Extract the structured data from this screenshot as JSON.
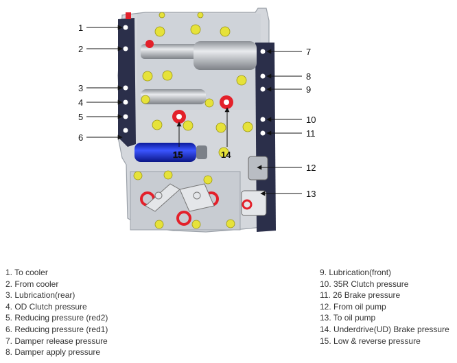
{
  "diagram": {
    "callouts": {
      "c1": "1",
      "c2": "2",
      "c3": "3",
      "c4": "4",
      "c5": "5",
      "c6": "6",
      "c7": "7",
      "c8": "8",
      "c9": "9",
      "c10": "10",
      "c11": "11",
      "c12": "12",
      "c13": "13",
      "c14": "14",
      "c15": "15"
    },
    "colors": {
      "plate": "#d4d7dc",
      "plate_edge": "#9aa0a8",
      "gasket": "#2b2f4a",
      "bolt": "#e6e23a",
      "seal_red": "#e3202a",
      "solenoid_blue": "#1a2fd0"
    }
  },
  "legend": {
    "left": [
      "1. To cooler",
      "2. From cooler",
      "3. Lubrication(rear)",
      "4. OD Clutch pressure",
      "5. Reducing pressure (red2)",
      "6. Reducing pressure (red1)",
      "7. Damper release pressure",
      "8. Damper apply pressure"
    ],
    "right": [
      "9. Lubrication(front)",
      "10. 35R Clutch pressure",
      "11. 26 Brake pressure",
      "12. From oil pump",
      "13. To oil pump",
      "14. Underdrive(UD) Brake pressure",
      "15. Low & reverse pressure"
    ]
  }
}
